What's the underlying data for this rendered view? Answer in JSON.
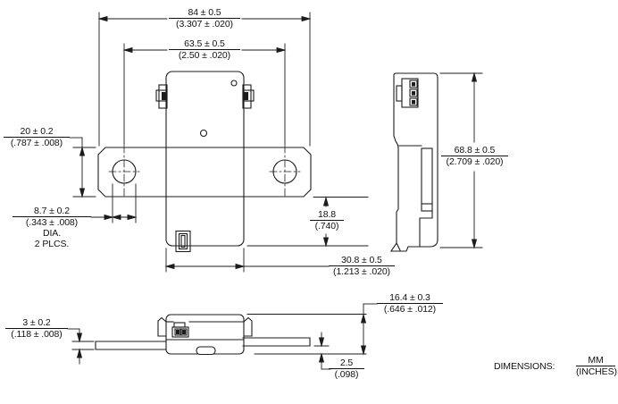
{
  "drawing": {
    "units_note": {
      "label": "DIMENSIONS:",
      "mm": "MM",
      "inches": "(INCHES)"
    },
    "dims": {
      "overall_width": {
        "mm": "84 ± 0.5",
        "in": "(3.307 ± .020)"
      },
      "hole_spacing": {
        "mm": "63.5 ± 0.5",
        "in": "(2.50 ± .020)"
      },
      "flange_height": {
        "mm": "20 ± 0.2",
        "in": "(.787 ± .008)"
      },
      "hole_diameter": {
        "mm": "8.7 ± 0.2",
        "in": "(.343 ± .008)",
        "note1": "DIA.",
        "note2": "2 PLCS."
      },
      "lower_body_height": {
        "mm": "18.8",
        "in": "(.740)"
      },
      "body_width": {
        "mm": "30.8 ± 0.5",
        "in": "(1.213 ± .020)"
      },
      "side_height": {
        "mm": "68.8 ± 0.5",
        "in": "(2.709 ± .020)"
      },
      "bottom_depth": {
        "mm": "16.4 ± 0.3",
        "in": "(.646 ± .012)"
      },
      "plate_thickness": {
        "mm": "3 ± 0.2",
        "in": "(.118 ± .008)"
      },
      "plate_offset": {
        "mm": "2.5",
        "in": "(.098)"
      }
    },
    "colors": {
      "line": "#1c1c1c",
      "text": "#111111",
      "background": "#ffffff"
    }
  }
}
